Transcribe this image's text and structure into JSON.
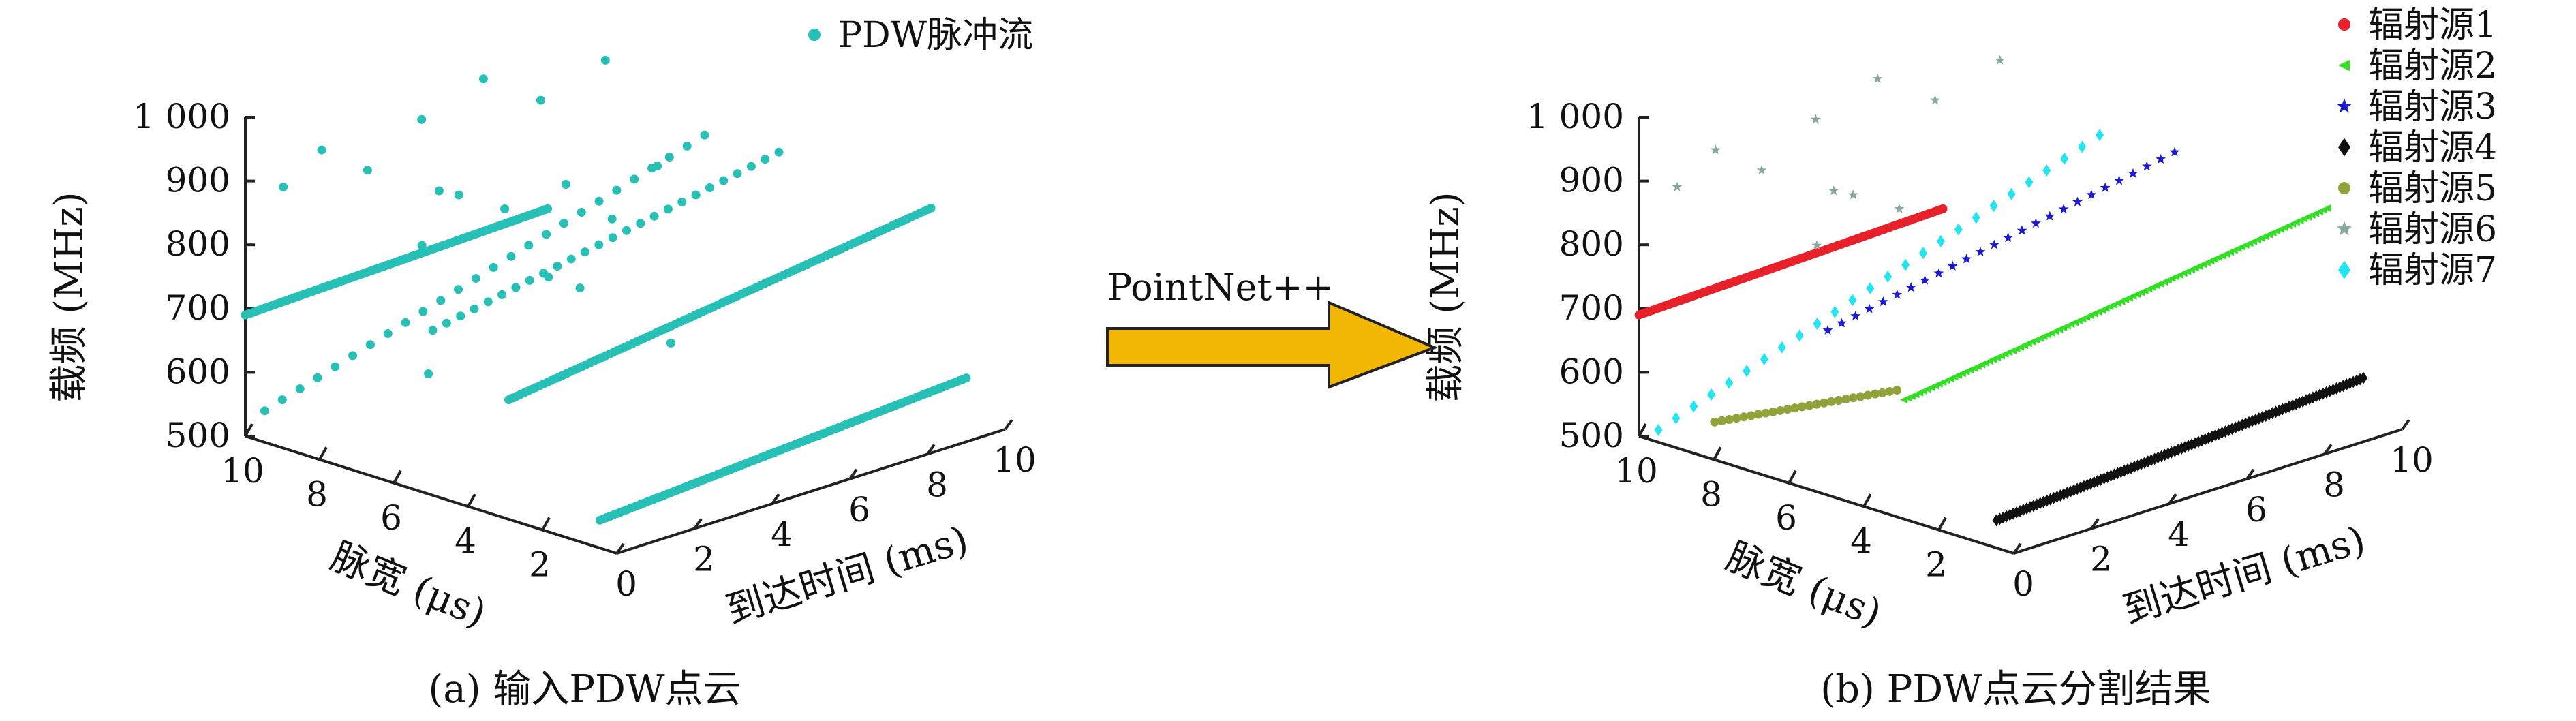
{
  "captions": {
    "a": "(a) 输入PDW点云",
    "b": "(b) PDW点云分割结果"
  },
  "arrow": {
    "label": "PointNet++",
    "fill": "#f2b705",
    "stroke": "#222222"
  },
  "chart_data": [
    {
      "id": "a",
      "type": "scatter",
      "projection": "3d",
      "xlabel": "到达时间 (ms)",
      "ylabel": "脉宽 (μs)",
      "zlabel": "载频 (MHz)",
      "xlim": [
        0,
        10
      ],
      "ylim": [
        0,
        10
      ],
      "zlim": [
        500,
        1000
      ],
      "xticks": [
        "0",
        "2",
        "4",
        "6",
        "8",
        "10"
      ],
      "yticks": [
        "2",
        "4",
        "6",
        "8",
        "10"
      ],
      "zticks": [
        "500",
        "600",
        "700",
        "800",
        "900",
        "1 000"
      ],
      "legend": {
        "position": "top-right"
      },
      "series": [
        {
          "name": "PDW脉冲流",
          "color": "#26c0b6",
          "marker": "circle",
          "sparse": false,
          "segments": [
            {
              "start": [
                0,
                10,
                690
              ],
              "end": [
                3,
                5,
                890
              ]
            },
            {
              "start": [
                2,
                5,
                610
              ],
              "end": [
                10,
                2,
                810
              ]
            },
            {
              "start": [
                1,
                1.5,
                505
              ],
              "end": [
                9,
                0,
                600
              ]
            }
          ]
        },
        {
          "name": "PDW脉冲流",
          "color": "#26c0b6",
          "marker": "circle",
          "sparse": true,
          "segments": [
            {
              "start": [
                0.5,
                10,
                530
              ],
              "end": [
                8,
                6,
                890
              ]
            },
            {
              "start": [
                1,
                6,
                720
              ],
              "end": [
                8,
                4,
                900
              ]
            }
          ]
        },
        {
          "name": "PDW脉冲流",
          "color": "#26c0b6",
          "marker": "circle",
          "sparse": true,
          "scatter": [
            [
              0.5,
              9.5,
              890
            ],
            [
              1.2,
              9.2,
              940
            ],
            [
              2,
              8.8,
              900
            ],
            [
              3.2,
              8.6,
              960
            ],
            [
              4.6,
              8.4,
              1000
            ],
            [
              5.5,
              7.8,
              960
            ],
            [
              6.4,
              7.0,
              1020
            ],
            [
              7.2,
              6.2,
              1120
            ],
            [
              1.2,
              6.5,
              840
            ],
            [
              2.6,
              7.5,
              880
            ],
            [
              3.2,
              7.6,
              860
            ],
            [
              4.0,
              7.2,
              830
            ],
            [
              5.0,
              6.6,
              860
            ],
            [
              6.4,
              5.6,
              880
            ],
            [
              3.6,
              5.6,
              760
            ],
            [
              4.6,
              5.8,
              720
            ],
            [
              5.6,
              4.4,
              640
            ],
            [
              6.0,
              6.4,
              790
            ],
            [
              2.8,
              8.0,
              580
            ]
          ]
        }
      ]
    },
    {
      "id": "b",
      "type": "scatter",
      "projection": "3d",
      "xlabel": "到达时间 (ms)",
      "ylabel": "脉宽 (μs)",
      "zlabel": "载频 (MHz)",
      "xlim": [
        0,
        10
      ],
      "ylim": [
        0,
        10
      ],
      "zlim": [
        500,
        1000
      ],
      "xticks": [
        "0",
        "2",
        "4",
        "6",
        "8",
        "10"
      ],
      "yticks": [
        "2",
        "4",
        "6",
        "8",
        "10"
      ],
      "zticks": [
        "500",
        "600",
        "700",
        "800",
        "900",
        "1 000"
      ],
      "legend": {
        "position": "top-right"
      },
      "series": [
        {
          "name": "辐射源1",
          "color": "#e8202a",
          "marker": "circle",
          "sparse": false,
          "segments": [
            {
              "start": [
                0,
                10,
                690
              ],
              "end": [
                3,
                5,
                890
              ]
            }
          ]
        },
        {
          "name": "辐射源2",
          "color": "#31e023",
          "marker": "triangle",
          "sparse": false,
          "segments": [
            {
              "start": [
                2,
                5,
                610
              ],
              "end": [
                10,
                2,
                810
              ]
            }
          ]
        },
        {
          "name": "辐射源3",
          "color": "#1a1ad0",
          "marker": "star",
          "sparse": true,
          "segments": [
            {
              "start": [
                1,
                6,
                720
              ],
              "end": [
                8,
                4,
                900
              ]
            }
          ]
        },
        {
          "name": "辐射源4",
          "color": "#111111",
          "marker": "diamond",
          "sparse": false,
          "segments": [
            {
              "start": [
                1,
                1.5,
                505
              ],
              "end": [
                9,
                0,
                600
              ]
            }
          ]
        },
        {
          "name": "辐射源5",
          "color": "#8fa33a",
          "marker": "circle",
          "sparse": true,
          "segments": [
            {
              "start": [
                0.5,
                8.5,
                540
              ],
              "end": [
                2.3,
                5.5,
                610
              ]
            }
          ]
        },
        {
          "name": "辐射源6",
          "color": "#8aa8a0",
          "marker": "star",
          "sparse": true,
          "scatter": [
            [
              0.5,
              9.5,
              890
            ],
            [
              1.2,
              9.2,
              940
            ],
            [
              2,
              8.8,
              900
            ],
            [
              3.2,
              8.6,
              960
            ],
            [
              4.6,
              8.4,
              1000
            ],
            [
              5.5,
              7.8,
              960
            ],
            [
              6.4,
              7.0,
              1020
            ],
            [
              7.2,
              6.2,
              1120
            ],
            [
              1.2,
              6.5,
              840
            ],
            [
              2.6,
              7.5,
              880
            ],
            [
              3.2,
              7.6,
              860
            ],
            [
              4.0,
              7.2,
              830
            ]
          ]
        },
        {
          "name": "辐射源7",
          "color": "#22e5f2",
          "marker": "diamond",
          "sparse": true,
          "segments": [
            {
              "start": [
                0.5,
                10,
                500
              ],
              "end": [
                8,
                6,
                890
              ]
            }
          ]
        }
      ]
    }
  ]
}
